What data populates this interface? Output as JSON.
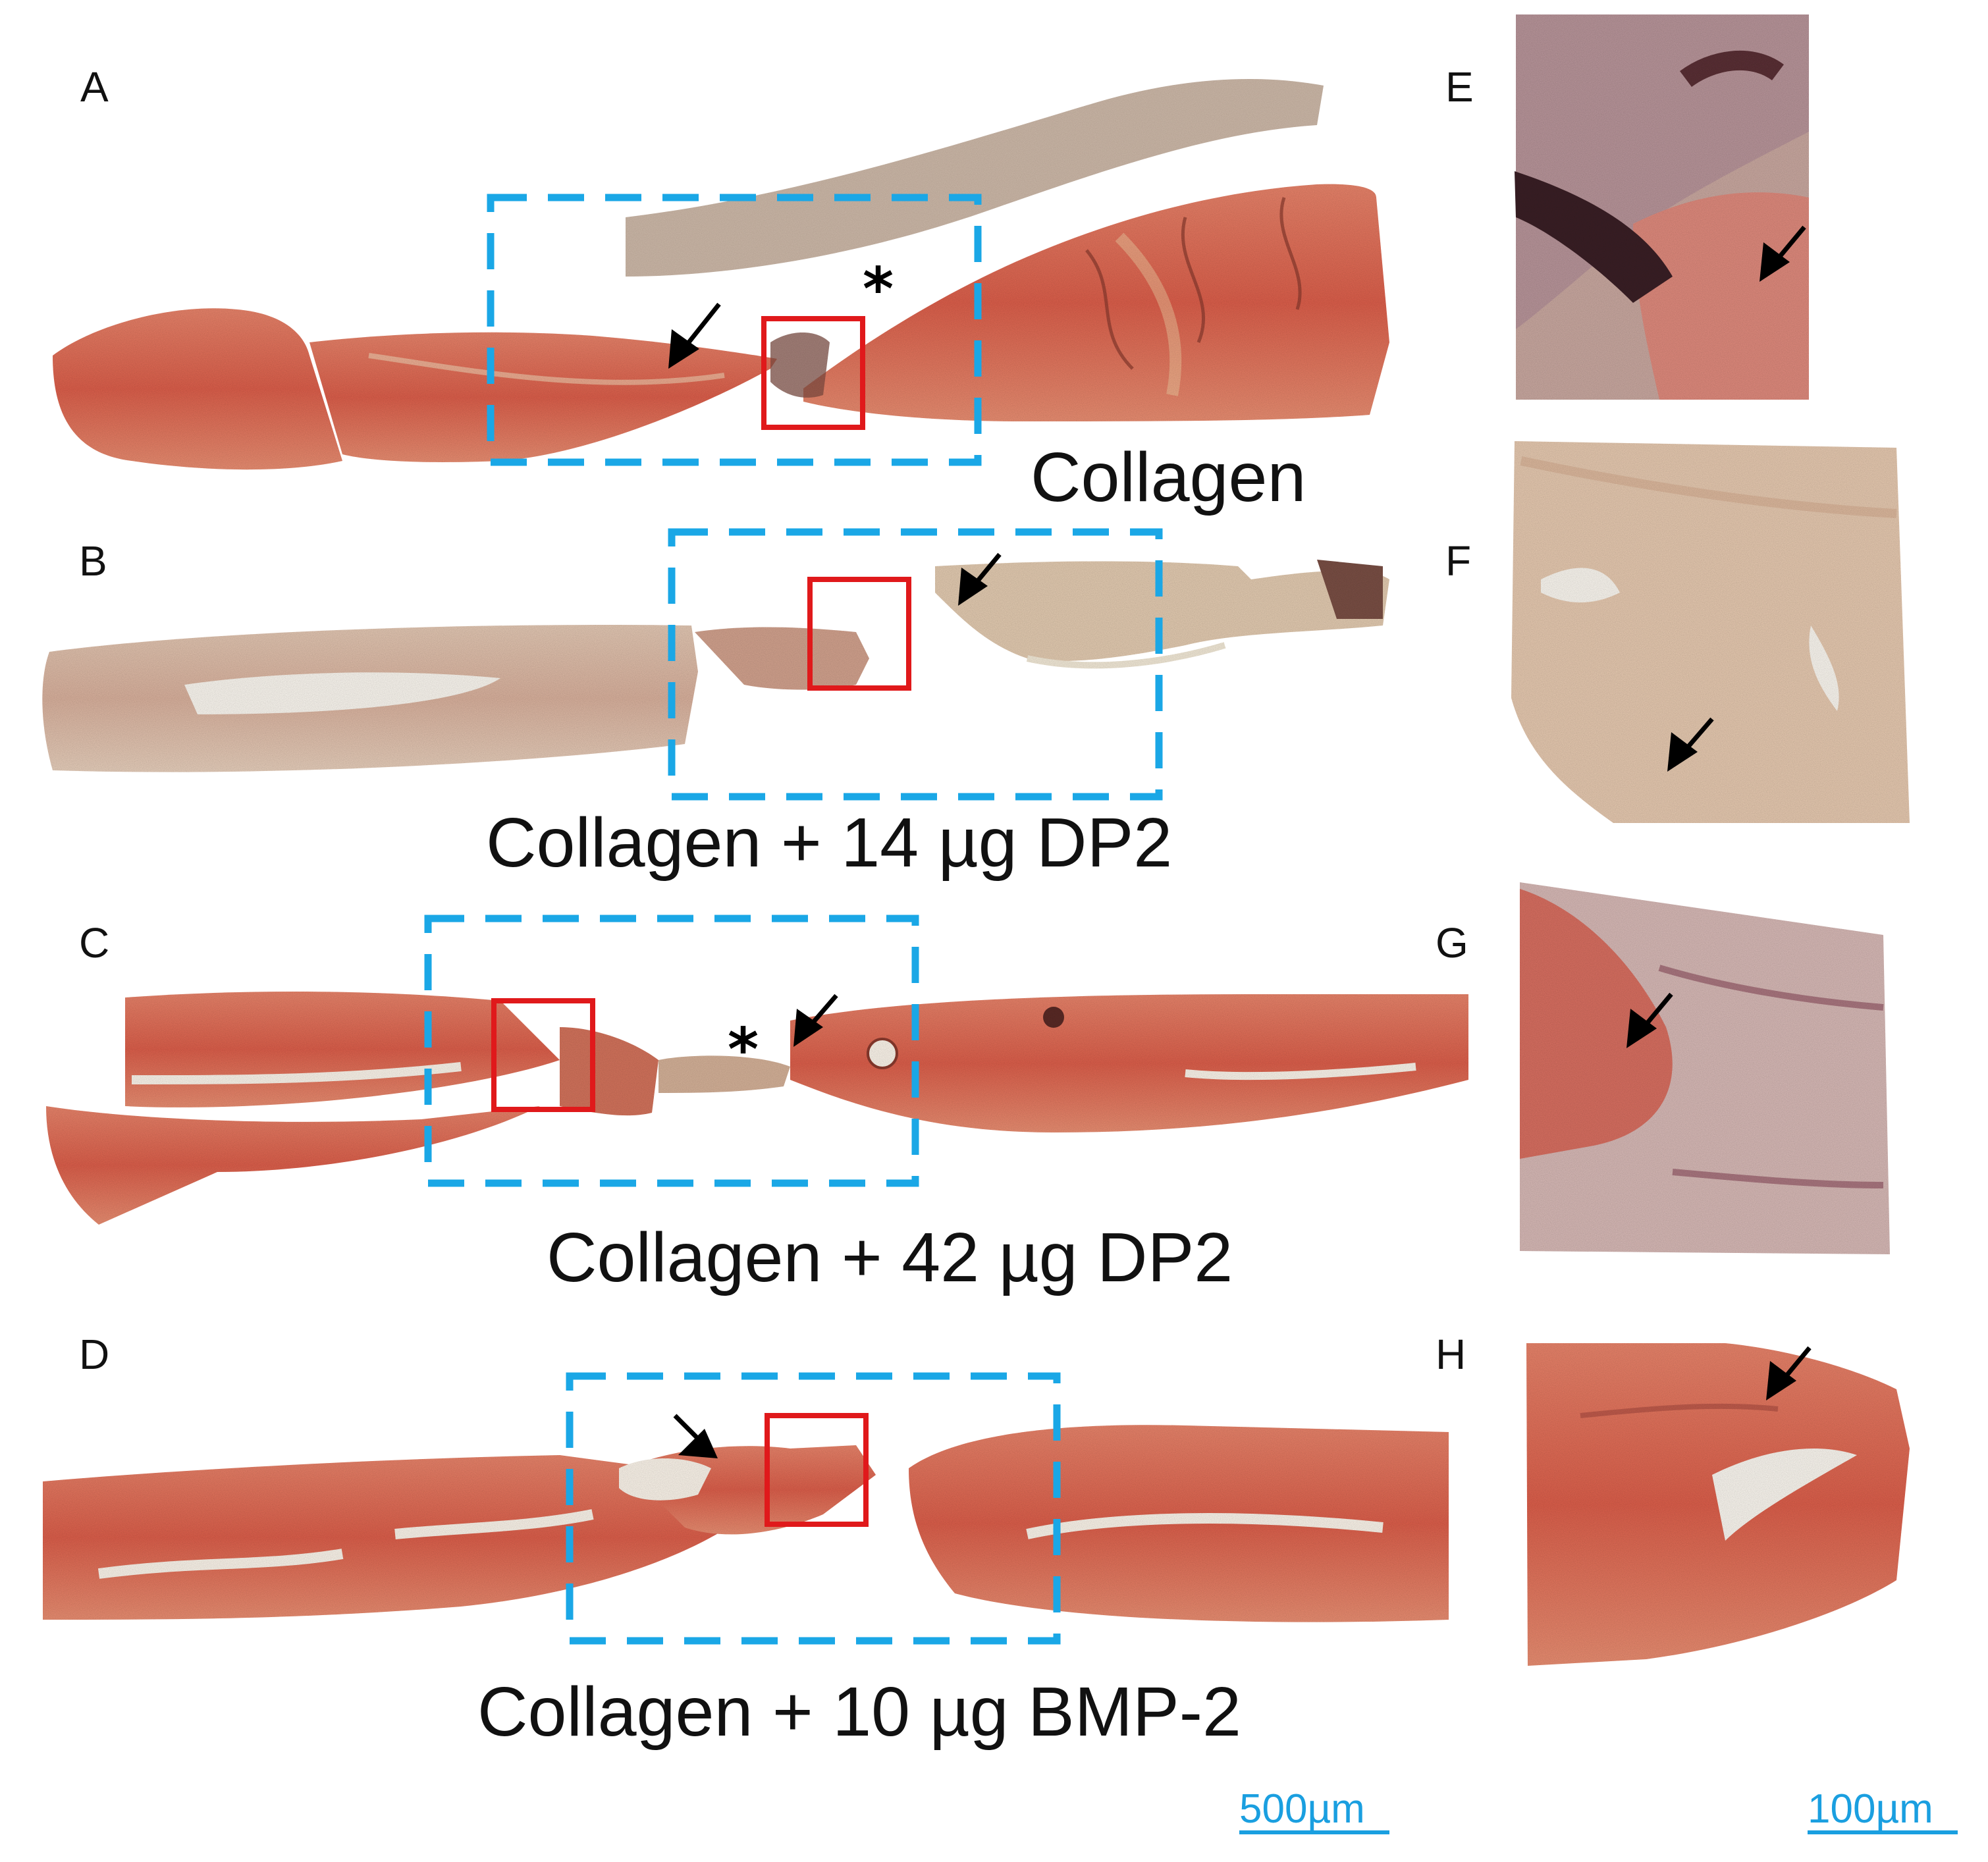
{
  "panels": {
    "a": "A",
    "b": "B",
    "c": "C",
    "d": "D",
    "e": "E",
    "f": "F",
    "g": "G",
    "h": "H"
  },
  "captions": {
    "a": "Collagen",
    "b": "Collagen + 14 µg DP2",
    "c": "Collagen + 42 µg DP2",
    "d": "Collagen + 10 µg BMP-2"
  },
  "scalebars": {
    "main": "500µm",
    "inset": "100µm"
  },
  "colors": {
    "bone": "#e06a55",
    "bone_light": "#ecb39a",
    "marrow_gap": "#fbf7f0",
    "cartilage": "#d9b39a",
    "fibrous": "#a87282",
    "dark_debris": "#4a2a30",
    "roi_box": "#1aa7e6",
    "detail_box": "#e0191b",
    "arrow": "#000000",
    "scalebar": "#1a9fe0"
  },
  "icons": {
    "arrow": "black-arrow-icon",
    "asterisk": "asterisk-marker"
  }
}
